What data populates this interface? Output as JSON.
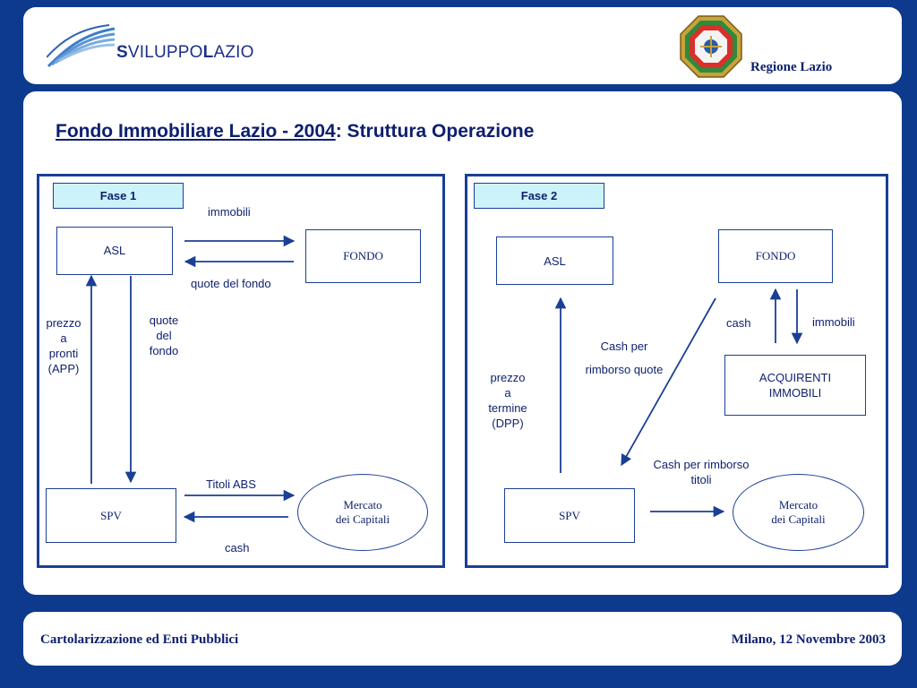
{
  "header": {
    "logo_prefix": "S",
    "logo_mid": "VILUPPO",
    "logo_l": "L",
    "logo_suffix": "AZIO",
    "region": "Regione Lazio"
  },
  "title": {
    "main": "Fondo Immobiliare Lazio - 2004",
    "rest": ": Struttura Operazione"
  },
  "phase1": {
    "label": "Fase 1",
    "asl": "ASL",
    "fondo": "FONDO",
    "spv": "SPV",
    "mercato_line1": "Mercato",
    "mercato_line2": "dei Capitali",
    "immobili": "immobili",
    "quote_del_fondo": "quote del fondo",
    "prezzo_a_pronti": [
      "prezzo",
      "a",
      "pronti",
      "(APP)"
    ],
    "quote_del_fondo_vertical": [
      "quote",
      "del",
      "fondo"
    ],
    "titoli_abs": "Titoli ABS",
    "cash": "cash"
  },
  "phase2": {
    "label": "Fase 2",
    "asl": "ASL",
    "fondo": "FONDO",
    "spv": "SPV",
    "acquirenti_line1": "ACQUIRENTI",
    "acquirenti_line2": "IMMOBILI",
    "mercato_line1": "Mercato",
    "mercato_line2": "dei Capitali",
    "cash": "cash",
    "immobili": "immobili",
    "cash_per_line1": "Cash per",
    "cash_per_line2": "rimborso quote",
    "prezzo_a_termine": [
      "prezzo",
      "a",
      "termine",
      "(DPP)"
    ],
    "cash_rimborso_line1": "Cash  per rimborso",
    "cash_rimborso_line2": "titoli"
  },
  "footer": {
    "left": "Cartolarizzazione ed Enti Pubblici",
    "right": "Milano, 12 Novembre 2003"
  },
  "colors": {
    "background": "#0d3a8c",
    "frame": "#1a3f95",
    "text": "#0d1f6e",
    "phase_fill": "#ccf2fa"
  }
}
